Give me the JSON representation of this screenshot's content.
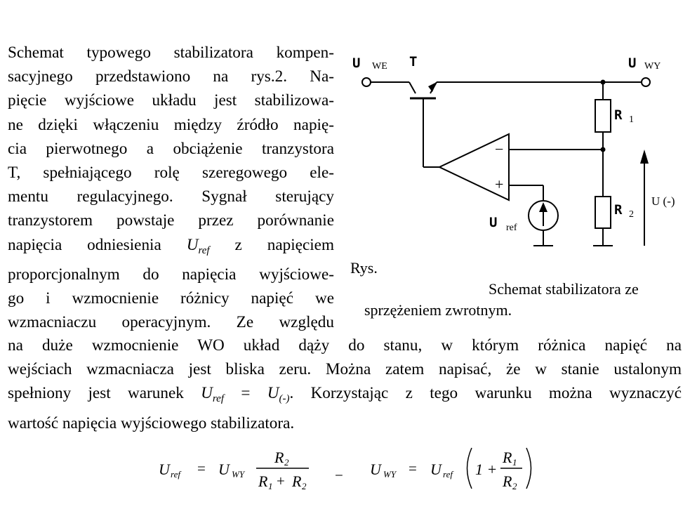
{
  "paragraph_left_lines": [
    "Schemat typowego stabilizatora kompen-",
    "sacyjnego przedstawiono na rys.2. Na-",
    "pięcie wyjściowe układu jest stabilizowa-",
    "ne dzięki włączeniu między źródło napię-",
    "cia pierwotnego a obciążenie tranzystora",
    "T, spełniającego rolę szeregowego ele-",
    "mentu regulacyjnego. Sygnał sterujący",
    "tranzystorem powstaje przez porównanie"
  ],
  "line9": {
    "pre": "napięcia odniesienia",
    "u": "U",
    "sub": "ref",
    "post": "z napięciem"
  },
  "paragraph_left_tail": [
    "proporcjonalnym do napięcia wyjściowe-",
    "go i wzmocnienie różnicy napięć we",
    "wzmacniaczu operacyjnym. Ze względu"
  ],
  "full_lines": [
    "na duże wzmocnienie WO układ dąży do stanu, w którym różnica napięć na",
    "wejściach wzmacniacza jest bliska zeru. Można zatem napisać, że w stanie ustalonym"
  ],
  "full_line3": {
    "pre": "spełniony jest warunek",
    "u1": "U",
    "sub1": "ref",
    "eq": " = ",
    "u2": "U",
    "sub2": "(-)",
    "post": ". Korzystając z tego warunku można wyznaczyć"
  },
  "full_line4": "wartość napięcia wyjściowego stabilizatora.",
  "figure": {
    "caption_prefix": "Rys.",
    "caption_line1": "Schemat stabilizatora ze",
    "caption_line2": "sprzężeniem zwrotnym.",
    "labels": {
      "uwe_main": "U",
      "uwe_sub": "WE",
      "t": "T",
      "uwy_main": "U",
      "uwy_sub": "WY",
      "r1_main": "R",
      "r1_sub": "1",
      "r2_main": "R",
      "r2_sub": "2",
      "uref_main": "U",
      "uref_sub": "ref",
      "uminus": "U (-)",
      "minus": "−",
      "plus": "+"
    }
  },
  "formula": {
    "left_lhs": "U",
    "left_lhs_sub": "ref",
    "eq": "=",
    "left_rhs": "U",
    "left_rhs_sub": "WY",
    "num": "R",
    "num_sub": "2",
    "den1": "R",
    "den1_sub": "1",
    "den_plus": "+",
    "den2": "R",
    "den2_sub": "2",
    "arrow": "−",
    "right_lhs": "U",
    "right_lhs_sub": "WY",
    "right_rhs": "U",
    "right_rhs_sub": "ref",
    "one_plus": "1 +",
    "fr_num": "R",
    "fr_num_sub": "1",
    "fr_den": "R",
    "fr_den_sub": "2"
  }
}
